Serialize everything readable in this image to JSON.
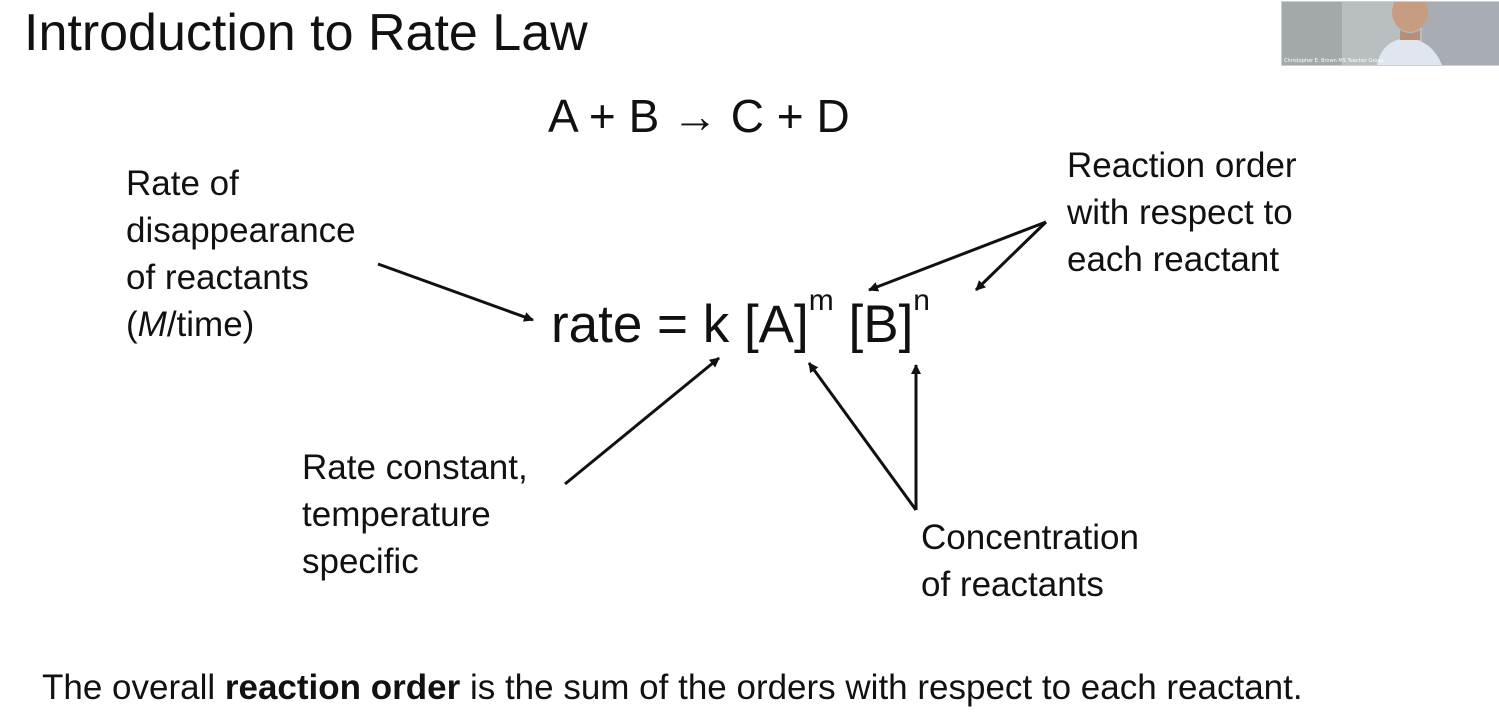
{
  "slide": {
    "title": "Introduction to Rate Law",
    "reaction": "A + B → C + D",
    "equation": {
      "lhs": "rate = k [A]",
      "exp_m": "m",
      "mid": " [B]",
      "exp_n": "n"
    },
    "labels": {
      "rate_line1": "Rate of",
      "rate_line2": "disappearance",
      "rate_line3": "of reactants",
      "rate_unit_open": "(",
      "rate_unit_M": "M",
      "rate_unit_rest": "/time)",
      "order_line1": "Reaction order",
      "order_line2": "with respect to",
      "order_line3": "each reactant",
      "k_line1": "Rate constant,",
      "k_line2": "temperature",
      "k_line3": "specific",
      "conc_line1": "Concentration",
      "conc_line2": "of reactants"
    },
    "summary": {
      "before": "The overall ",
      "bold": "reaction order",
      "after": " is the sum of the orders with respect to each reactant."
    }
  },
  "webcam": {
    "caption": "Christopher E. Brown MS Teacher Group"
  },
  "colors": {
    "text": "#111111",
    "background": "#ffffff"
  }
}
